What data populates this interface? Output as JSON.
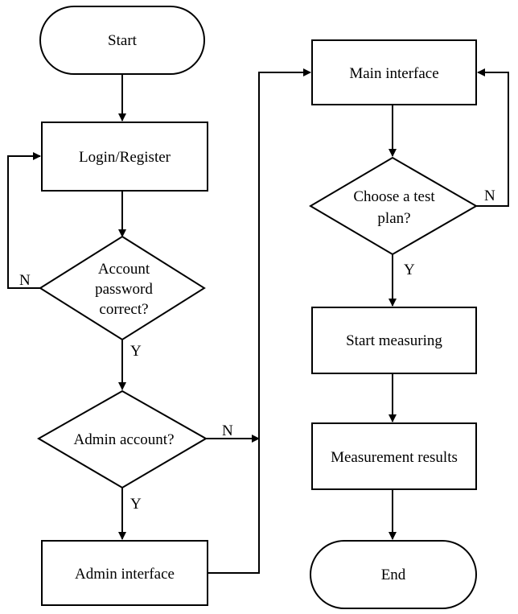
{
  "nodes": {
    "start": "Start",
    "login": "Login/Register",
    "check_account": [
      "Account",
      "password",
      "correct?"
    ],
    "check_admin": "Admin account?",
    "admin_interface": "Admin interface",
    "main_interface": "Main interface",
    "choose_plan": [
      "Choose a test",
      "plan?"
    ],
    "start_measuring": "Start measuring",
    "measurement_results": "Measurement results",
    "end": "End"
  },
  "edge_labels": {
    "account_no": "N",
    "account_yes": "Y",
    "admin_no": "N",
    "admin_yes": "Y",
    "plan_no": "N",
    "plan_yes": "Y"
  }
}
